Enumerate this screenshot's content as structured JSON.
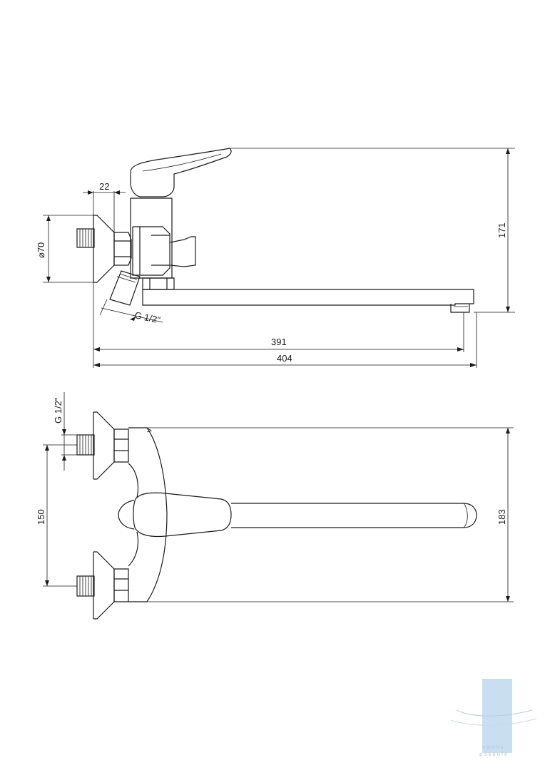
{
  "dimensions": {
    "d22": "22",
    "d70": "⌀70",
    "d171": "171",
    "g_side": "G 1/2\"",
    "d391": "391",
    "d404": "404",
    "g_top": "G 1/2\"",
    "d150": "150",
    "d183": "183"
  },
  "watermark": {
    "line1": "vannu",
    "line2": "pasaule"
  },
  "colors": {
    "line": "#1a1a1a",
    "watermark": "#c9dff0"
  }
}
